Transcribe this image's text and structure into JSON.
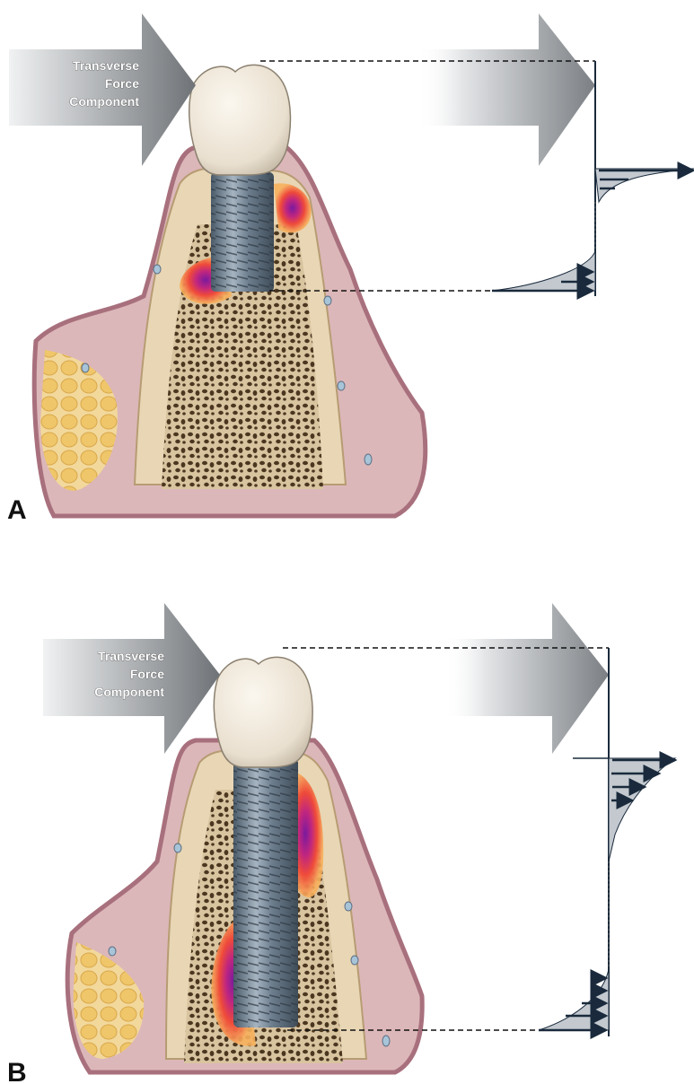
{
  "panels": [
    {
      "label": "A",
      "arrow_text": [
        "Transverse",
        "Force",
        "Component"
      ],
      "implant": "short",
      "stress_zones": 2
    },
    {
      "label": "B",
      "arrow_text": [
        "Transverse",
        "Force",
        "Component"
      ],
      "implant": "long",
      "stress_zones": 2
    }
  ],
  "colors": {
    "gingiva": "#dcb7b9",
    "gingiva_edge": "#a8707d",
    "bone_cortical": "#e8d6b5",
    "bone_cancellous": "#5e4628",
    "implant": "#6f8497",
    "crown": "#efe7da",
    "fat": "#f1cf7b",
    "stress_hot": "#9b1fa2",
    "stress_mid": "#e8423e",
    "stress_cool": "#f4a25a",
    "arrow_dark": "#8a8d90",
    "arrow_light": "#ffffff",
    "force_line": "#1a2a3c",
    "distribution_fill": "#c3c9cf"
  }
}
